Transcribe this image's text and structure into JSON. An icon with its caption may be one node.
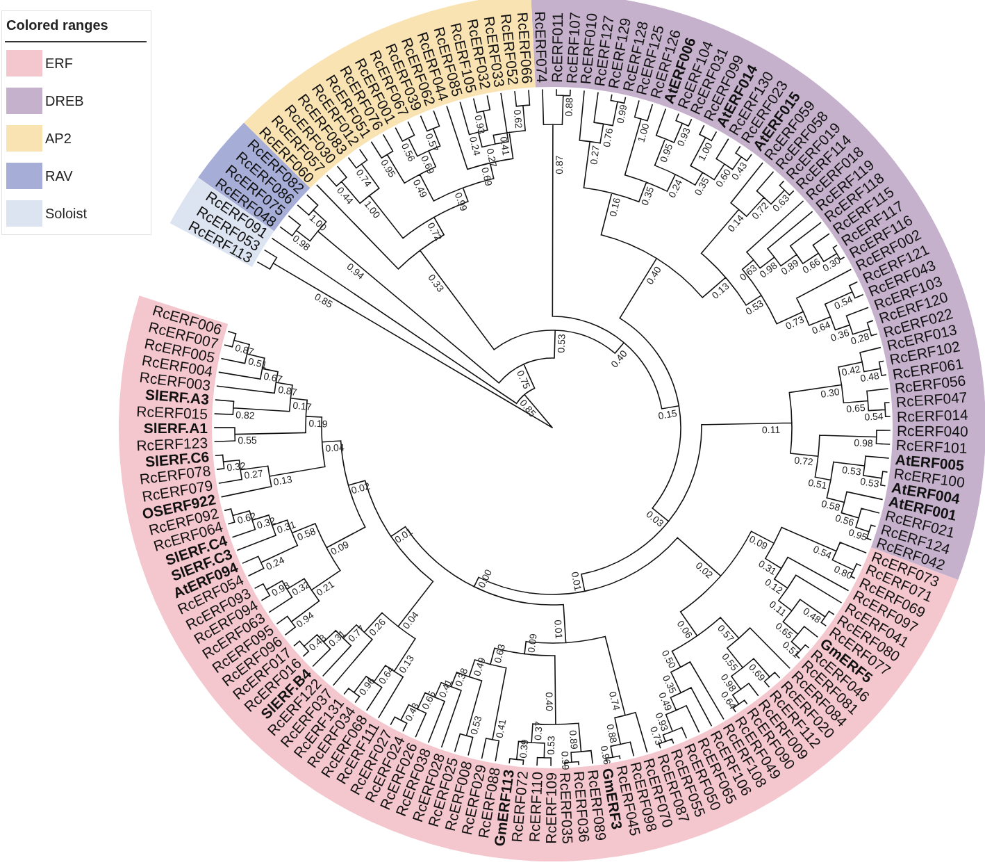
{
  "diagram": {
    "labels": [
      "Colored ranges",
      "0.55",
      "0.19",
      "0.82",
      "0.17",
      "0.87",
      "0.67",
      "0.51",
      "0.87",
      "0.85",
      "0.98",
      "0.94",
      "1.00",
      "0.44",
      "0.85",
      "1.00",
      "0.33",
      "0.74",
      "0.95",
      "0.72",
      "0.49",
      "0.56",
      "0.75",
      "0.69",
      "0.57",
      "0.99",
      "0.24",
      "0.69",
      "0.93",
      "0.27",
      "0.41",
      "0.62",
      "0.87",
      "0.53",
      "0.88",
      "0.27",
      "0.76",
      "0.99",
      "0.16",
      "1.00",
      "0.35",
      "0.95",
      "0.93",
      "0.24",
      "1.00",
      "0.35",
      "0.40",
      "0.60",
      "0.43",
      "0.40",
      "0.14",
      "0.72",
      "0.63",
      "0.13",
      "0.63",
      "0.98",
      "0.89",
      "0.66",
      "0.53",
      "0.30",
      "0.73",
      "0.54",
      "0.64",
      "0.36",
      "0.28",
      "0.42",
      "0.48",
      "0.15",
      "0.30",
      "0.65",
      "0.54",
      "0.11",
      "0.04",
      "0.32",
      "0.27",
      "0.13",
      "0.62",
      "0.02",
      "0.32",
      "0.31",
      "0.58",
      "0.24",
      "0.09",
      "0.98",
      "0.32",
      "0.21",
      "0.01",
      "0.94",
      "0.43",
      "0.31",
      "0.77",
      "0.26",
      "0.04",
      "0.96",
      "0.64",
      "0.13",
      "0.43",
      "0.00",
      "0.65",
      "0.41",
      "0.38",
      "0.49",
      "0.53",
      "0.63",
      "0.41",
      "0.09",
      "0.39",
      "0.37",
      "0.53",
      "0.40",
      "0.99",
      "0.01",
      "0.89",
      "0.96",
      "0.01",
      "0.88",
      "0.74",
      "0.73",
      "0.93",
      "0.49",
      "0.35",
      "0.50",
      "0.64",
      "0.06",
      "0.98",
      "0.55",
      "0.69",
      "0.57",
      "0.51",
      "0.02",
      "0.65",
      "0.03",
      "0.11",
      "0.48",
      "0.12",
      "0.31",
      "0.09",
      "0.80",
      "0.54",
      "0.95",
      "0.56",
      "0.58",
      "0.51",
      "0.53",
      "0.53",
      "0.72",
      "0.98",
      "SlERF.A1",
      "RcERF015",
      "SlERF.A3",
      "RcERF003",
      "RcERF004",
      "RcERF005",
      "RcERF007",
      "RcERF006",
      "RcERF113",
      "RcERF053",
      "RcERF091",
      "RcERF048",
      "RcERF075",
      "RcERF086",
      "RcERF082",
      "RcERF060",
      "RcERF057",
      "RcERF030",
      "RcERF083",
      "RcERF012",
      "RcERF051",
      "RcERF076",
      "RcERF001",
      "RcERF067",
      "RcERF039",
      "RcERF062",
      "RcERF044",
      "RcERF085",
      "RcERF105",
      "RcERF032",
      "RcERF033",
      "RcERF052",
      "RcERF066",
      "RcERF074",
      "RcERF011",
      "RcERF107",
      "RcERF010",
      "RcERF127",
      "RcERF129",
      "RcERF128",
      "RcERF125",
      "RcERF126",
      "AtERF006",
      "RcERF104",
      "RcERF031",
      "RcERF099",
      "AtERF014",
      "RcERF130",
      "RcERF023",
      "AtERF015",
      "RcERF059",
      "RcERF058",
      "RcERF019",
      "RcERF114",
      "RcERF018",
      "RcERF119",
      "RcERF118",
      "RcERF115",
      "RcERF117",
      "RcERF116",
      "RcERF002",
      "RcERF121",
      "RcERF043",
      "RcERF103",
      "RcERF120",
      "RcERF022",
      "RcERF013",
      "RcERF102",
      "RcERF061",
      "RcERF056",
      "RcERF047",
      "RcERF014",
      "RcERF123",
      "SlERF.C6",
      "RcERF078",
      "RcERF079",
      "OSERF922",
      "RcERF092",
      "RcERF064",
      "SlERF.C4",
      "SlERF.C3",
      "AtERF094",
      "RcERF054",
      "RcERF093",
      "RcERF094",
      "RcERF063",
      "RcERF095",
      "RcERF096",
      "RcERF017",
      "RcERF016",
      "SlERF.B4",
      "RcERF122",
      "RcERF037",
      "RcERF131",
      "RcERF034",
      "RcERF068",
      "RcERF111",
      "RcERF027",
      "RcERF024",
      "RcERF026",
      "RcERF038",
      "RcERF028",
      "RcERF025",
      "RcERF008",
      "RcERF029",
      "RcERF088",
      "GmERF113",
      "RcERF072",
      "RcERF110",
      "RcERF109",
      "RcERF035",
      "RcERF036",
      "RcERF089",
      "GmERF3",
      "RcERF045",
      "RcERF098",
      "RcERF070",
      "RcERF087",
      "RcERF055",
      "RcERF050",
      "RcERF065",
      "RcERF106",
      "RcERF108",
      "RcERF049",
      "RcERF090",
      "RcERF009",
      "RcERF112",
      "RcERF020",
      "RcERF084",
      "RcERF081",
      "RcERF046",
      "GmERF5",
      "RcERF077",
      "RcERF080",
      "RcERF041",
      "RcERF097",
      "RcERF069",
      "RcERF071",
      "RcERF073",
      "RcERF042",
      "RcERF124",
      "RcERF021",
      "AtERF001",
      "AtERF004",
      "RcERF100",
      "AtERF005",
      "RcERF101",
      "RcERF040"
    ],
    "legend": [
      {
        "text": "ERF",
        "color": "#f4c6cd"
      },
      {
        "text": "DREB",
        "color": "#c5b1cc"
      },
      {
        "text": "AP2",
        "color": "#f9e3b3"
      },
      {
        "text": "RAV",
        "color": "#a6aed8"
      },
      {
        "text": "Soloist",
        "color": "#dde4f1"
      }
    ]
  }
}
